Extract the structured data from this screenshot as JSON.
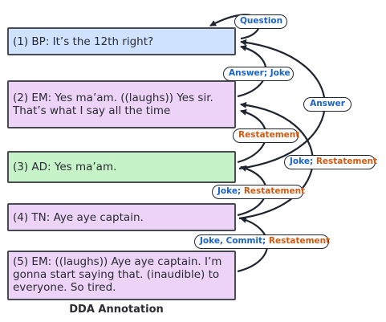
{
  "turns": [
    {
      "id": "t1",
      "text": "(1) BP: It’s the 12th right?"
    },
    {
      "id": "t2",
      "text": "(2) EM: Yes ma’am. ((laughs)) Yes sir. That’s what I say all the time"
    },
    {
      "id": "t3",
      "text": "(3) AD: Yes ma’am."
    },
    {
      "id": "t4",
      "text": "(4) TN: Aye aye captain."
    },
    {
      "id": "t5",
      "text": "(5) EM: ((laughs)) Aye aye captain. I’m gonna start saying that. (inaudible) to everyone. So tired."
    }
  ],
  "labels": {
    "question": "Question",
    "answer_joke": "Answer; Joke",
    "answer": "Answer",
    "restatement": "Restatement",
    "joke": "Joke",
    "semicolon": "; ",
    "comma": ", ",
    "commit": "Commit"
  },
  "caption": "DDA Annotation",
  "colors": {
    "turn_blue": "#cfe2ff",
    "turn_purple": "#ecd3f7",
    "turn_green": "#c7f3c8",
    "label_blue": "#1a63c8",
    "label_orange": "#cf5a10",
    "arrow": "#1f2530"
  }
}
